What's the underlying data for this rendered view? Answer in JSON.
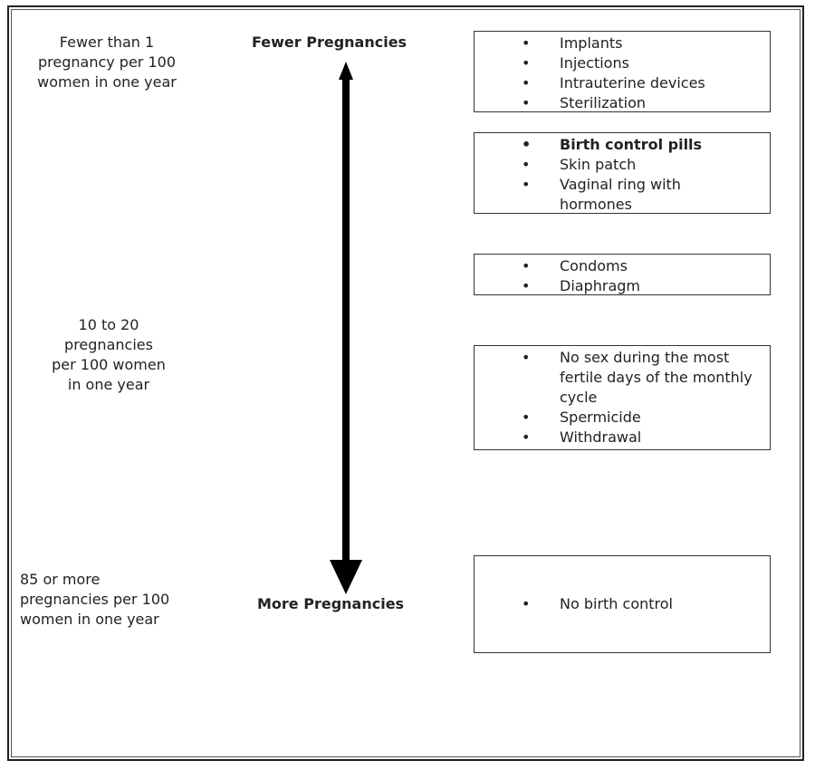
{
  "effectiveness_labels": {
    "top": "Fewer than 1 pregnancy per 100 women in one year",
    "top_lines": [
      "Fewer than 1",
      "pregnancy per 100",
      "women in one year"
    ],
    "middle_lines": [
      "10 to 20",
      "pregnancies",
      "per 100 women",
      "in one year"
    ],
    "bottom_lines": [
      "85 or more",
      "pregnancies per 100",
      "women in one year"
    ]
  },
  "axis": {
    "top_label": "Fewer Pregnancies",
    "bottom_label": "More Pregnancies"
  },
  "method_groups": [
    {
      "items": [
        {
          "text": "Implants",
          "bold": false
        },
        {
          "text": "Injections",
          "bold": false
        },
        {
          "text": "Intrauterine devices",
          "bold": false
        },
        {
          "text": "Sterilization",
          "bold": false
        }
      ]
    },
    {
      "items": [
        {
          "text": "Birth control pills",
          "bold": true
        },
        {
          "text": "Skin patch",
          "bold": false
        },
        {
          "text": "Vaginal ring with hormones",
          "bold": false
        }
      ]
    },
    {
      "items": [
        {
          "text": "Condoms",
          "bold": false
        },
        {
          "text": "Diaphragm",
          "bold": false
        }
      ]
    },
    {
      "items": [
        {
          "text": "No sex during the most fertile days of the monthly cycle",
          "bold": false
        },
        {
          "text": "Spermicide",
          "bold": false
        },
        {
          "text": "Withdrawal",
          "bold": false
        }
      ]
    },
    {
      "items": [
        {
          "text": "No birth control",
          "bold": false
        }
      ]
    }
  ],
  "bullet_glyph": "•",
  "colors": {
    "arrow": "#000000",
    "border": "#333333"
  }
}
